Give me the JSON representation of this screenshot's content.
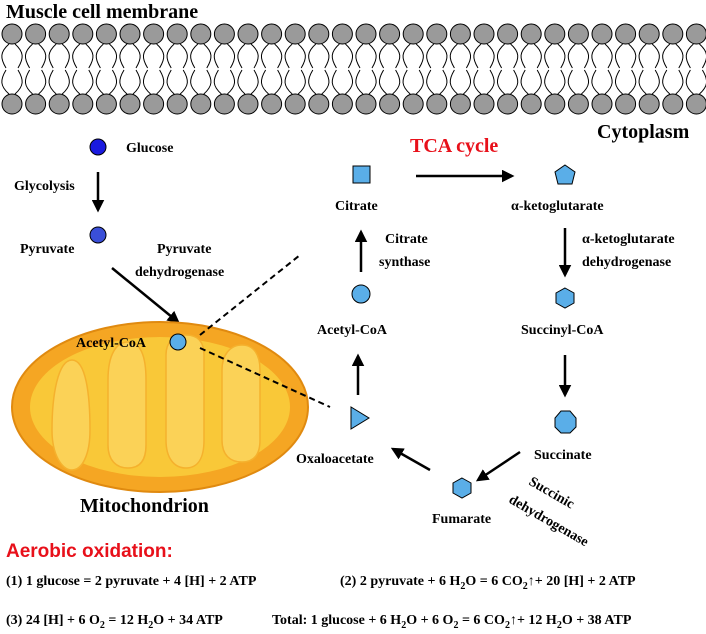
{
  "titles": {
    "membrane": "Muscle cell membrane",
    "cytoplasm": "Cytoplasm",
    "mitochondrion": "Mitochondrion",
    "tca": "TCA cycle",
    "aerobic": "Aerobic oxidation:"
  },
  "glycolysis_labels": {
    "glucose": "Glucose",
    "glycolysis": "Glycolysis",
    "pyruvate": "Pyruvate",
    "pdh_line1": "Pyruvate",
    "pdh_line2": "dehydrogenase",
    "acetyl_coa_mito": "Acetyl-CoA"
  },
  "tca_labels": {
    "citrate": "Citrate",
    "akg": "α-ketoglutarate",
    "akgdh_line1": "α-ketoglutarate",
    "akgdh_line2": "dehydrogenase",
    "succinyl_coa": "Succinyl-CoA",
    "succinate": "Succinate",
    "sdh_line1": "Succinic",
    "sdh_line2": "dehydrogenase",
    "fumarate": "Fumarate",
    "oxaloacetate": "Oxaloacetate",
    "acetyl_coa": "Acetyl-CoA",
    "cs_line1": "Citrate",
    "cs_line2": "synthase"
  },
  "equations": {
    "eq1": "(1) 1 glucose = 2 pyruvate + 4 [H] + 2 ATP",
    "eq2": {
      "a": "(2) 2 pyruvate + 6 H",
      "sub1": "2",
      "b": "O = 6 CO",
      "sub2": "2",
      "up": "↑",
      "c": "+ 20 [H] + 2 ATP"
    },
    "eq3": {
      "a": "(3) 24 [H] + 6 O",
      "sub1": "2",
      "b": " = 12 H",
      "sub2": "2",
      "c": "O + 34 ATP"
    },
    "eq4": {
      "a": "Total: 1 glucose + 6 H",
      "sub1": "2",
      "b": "O + 6 O",
      "sub2": "2",
      "c": " = 6 CO",
      "sub3": "2",
      "up": "↑",
      "d": "+ 12 H",
      "sub4": "2",
      "e": "O + 38 ATP"
    }
  },
  "colors": {
    "red": "#e8101a",
    "glucose_blue": "#1a1adf",
    "pyruvate_blue": "#3a4fd8",
    "light_blue": "#5aaee8",
    "mito_outer": "#f5a623",
    "mito_inner": "#f9c838",
    "lipid_head": "#9a9a9a"
  }
}
